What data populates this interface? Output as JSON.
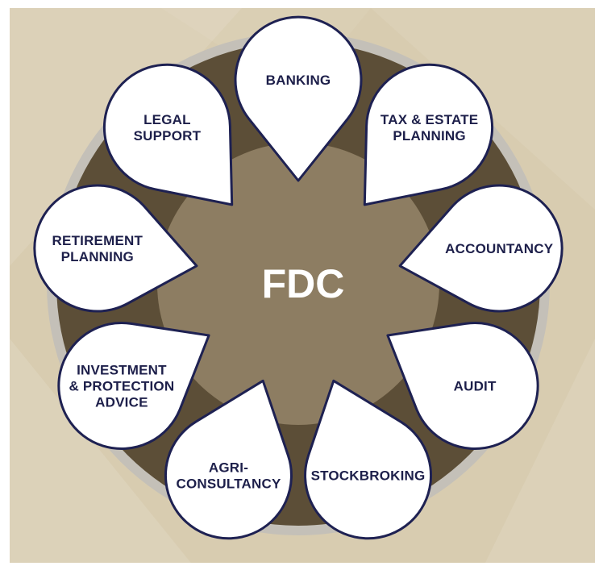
{
  "diagram": {
    "center": {
      "label": "FDC"
    },
    "services": [
      {
        "id": "banking",
        "lines": [
          "BANKING"
        ]
      },
      {
        "id": "tax-estate-planning",
        "lines": [
          "TAX & ESTATE",
          "PLANNING"
        ]
      },
      {
        "id": "accountancy",
        "lines": [
          "ACCOUNTANCY"
        ]
      },
      {
        "id": "audit",
        "lines": [
          "AUDIT"
        ]
      },
      {
        "id": "stockbroking",
        "lines": [
          "STOCKBROKING"
        ]
      },
      {
        "id": "agri-consultancy",
        "lines": [
          "AGRI-",
          "CONSULTANCY"
        ]
      },
      {
        "id": "investment-protection-advice",
        "lines": [
          "INVESTMENT",
          "& PROTECTION",
          "ADVICE"
        ]
      },
      {
        "id": "retirement-planning",
        "lines": [
          "RETIREMENT",
          "PLANNING"
        ]
      },
      {
        "id": "legal-support",
        "lines": [
          "LEGAL",
          "SUPPORT"
        ]
      }
    ]
  },
  "colors": {
    "background": "#d8ccb0",
    "outer_ring": "#c4c0b8",
    "wheel": "#5c4e37",
    "hub": "#8f8064",
    "petal_fill": "#ffffff",
    "petal_stroke": "#1e2152",
    "label_text": "#1d1f4a",
    "center_text": "#ffffff"
  }
}
